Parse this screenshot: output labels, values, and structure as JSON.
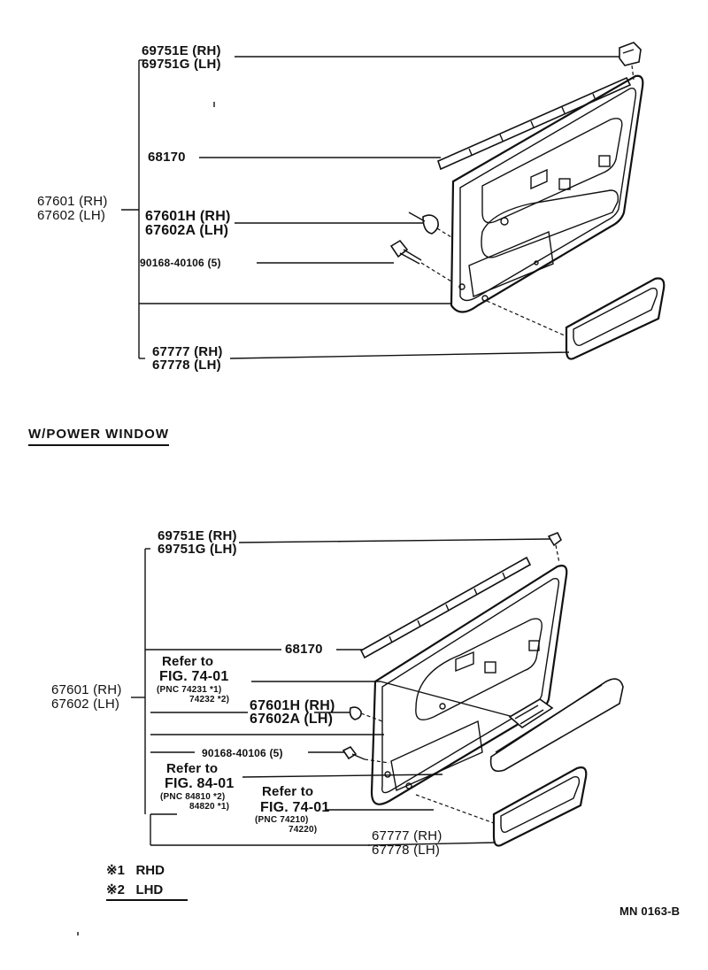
{
  "top": {
    "clip_part": {
      "pn": "69751E",
      "rh": "(RH)",
      "pn2": "69751G",
      "lh": "(LH)"
    },
    "weatherstrip": "68170",
    "panel_assy": {
      "rh": "67601 (RH)",
      "lh": "67602 (LH)"
    },
    "panel_sub": {
      "pn": "67601H",
      "rh": "(RH)",
      "pn2": "67602A",
      "lh": "(LH)"
    },
    "screw": "90168-40106 (5)",
    "armrest": {
      "pn": "67777",
      "rh": "(RH)",
      "pn2": "67778",
      "lh": "(LH)"
    }
  },
  "section_title": "W/POWER WINDOW",
  "bottom": {
    "clip_part": {
      "pn": "69751E",
      "rh": "(RH)",
      "pn2": "69751G",
      "lh": "(LH)"
    },
    "weatherstrip": "68170",
    "refer1": {
      "line1": "Refer to",
      "line2": "FIG. 74-01",
      "pnc1": "(PNC 74231 *1)",
      "pnc2": "74232 *2)"
    },
    "panel_assy": {
      "rh": "67601 (RH)",
      "lh": "67602 (LH)"
    },
    "panel_sub": {
      "pn": "67601H",
      "rh": "(RH)",
      "pn2": "67602A",
      "lh": "(LH)"
    },
    "screw": "90168-40106 (5)",
    "refer2": {
      "line1": "Refer to",
      "line2": "FIG. 84-01",
      "pnc1": "(PNC 84810 *2)",
      "pnc2": "84820 *1)"
    },
    "refer3": {
      "line1": "Refer to",
      "line2": "FIG. 74-01",
      "pnc1": "(PNC 74210)",
      "pnc2": "74220)"
    },
    "armrest": {
      "rh": "67777 (RH)",
      "lh": "67778 (LH)"
    }
  },
  "legend": [
    {
      "mark": "※1",
      "text": "RHD"
    },
    {
      "mark": "※2",
      "text": "LHD"
    }
  ],
  "diagram_code": "MN  0163-B"
}
